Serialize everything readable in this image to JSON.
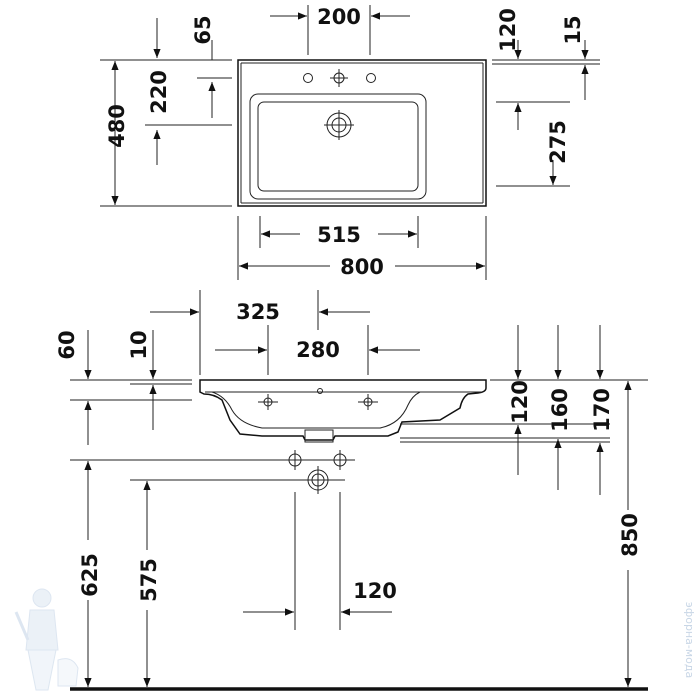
{
  "dimensions": {
    "top_view": {
      "tap_hole_spacing": "200",
      "tap_to_back": "65",
      "back_to_bowl_center": "220",
      "depth": "480",
      "rim_height": "120",
      "rim_thickness": "15",
      "bowl_depth_length": "275",
      "bowl_width": "515",
      "total_width": "800"
    },
    "front_view": {
      "offset_325": "325",
      "bowl_inner": "280",
      "dim_60": "60",
      "dim_10": "10",
      "dim_120": "120",
      "dim_160": "160",
      "dim_170": "170",
      "height_850": "850",
      "height_625": "625",
      "height_575": "575",
      "drain_spacing": "120"
    }
  },
  "watermark": {
    "side_text": "эфорна-мода"
  }
}
